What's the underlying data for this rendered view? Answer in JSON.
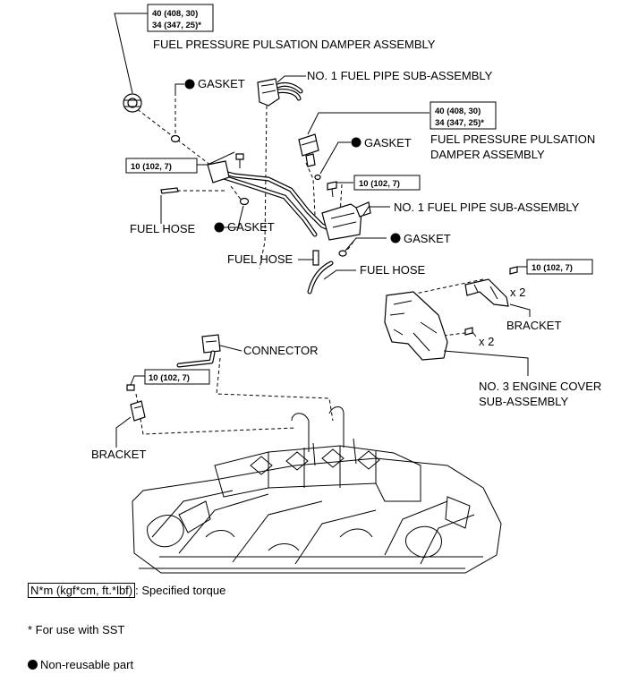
{
  "torque": {
    "damper_upper_line1": "40 (408, 30)",
    "damper_upper_line2": "34 (347, 25)*",
    "damper_right_line1": "40 (408, 30)",
    "damper_right_line2": "34 (347, 25)*",
    "pipe_left": "10 (102, 7)",
    "pipe_right": "10 (102, 7)",
    "bracket_right": "10 (102, 7)",
    "bracket_left": "10 (102, 7)"
  },
  "labels": {
    "damper_upper": "FUEL PRESSURE PULSATION DAMPER ASSEMBLY",
    "damper_right_line1": "FUEL PRESSURE PULSATION",
    "damper_right_line2": "DAMPER ASSEMBLY",
    "gasket_1": "GASKET",
    "gasket_2": "GASKET",
    "gasket_3": "GASKET",
    "gasket_4": "GASKET",
    "fuel_pipe_upper": "NO. 1 FUEL PIPE SUB-ASSEMBLY",
    "fuel_pipe_lower": "NO. 1 FUEL PIPE SUB-ASSEMBLY",
    "fuel_hose_1": "FUEL HOSE",
    "fuel_hose_2": "FUEL HOSE",
    "fuel_hose_3": "FUEL HOSE",
    "bracket_right": "BRACKET",
    "bracket_left": "BRACKET",
    "qty_bracket": "x 2",
    "qty_cover": "x 2",
    "engine_cover_line1": "NO. 3 ENGINE COVER",
    "engine_cover_line2": "SUB-ASSEMBLY",
    "connector": "CONNECTOR"
  },
  "legend": {
    "torque_unit": "N*m (kgf*cm, ft.*lbf)",
    "torque_desc": ": Specified torque",
    "sst_note": "* For use with SST",
    "nonreusable": "Non-reusable part"
  }
}
